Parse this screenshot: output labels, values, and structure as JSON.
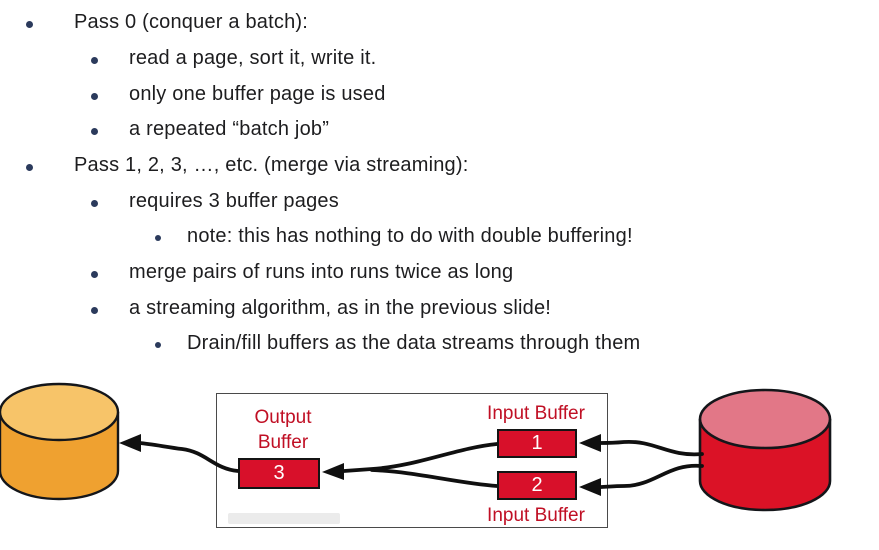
{
  "slide": {
    "bullets": [
      {
        "level": 1,
        "text": "Pass 0 (conquer a batch):"
      },
      {
        "level": 2,
        "text": "read a page, sort it, write it."
      },
      {
        "level": 2,
        "text": "only one buffer page is used"
      },
      {
        "level": 2,
        "text": "a repeated “batch job”"
      },
      {
        "level": 1,
        "text": "Pass 1, 2, 3, …, etc. (merge via streaming):"
      },
      {
        "level": 2,
        "text": "requires 3 buffer pages"
      },
      {
        "level": 3,
        "text": "note: this has nothing to do with double buffering!"
      },
      {
        "level": 2,
        "text": "merge pairs of runs into runs twice as long"
      },
      {
        "level": 2,
        "text": "a streaming algorithm, as in the previous slide!"
      },
      {
        "level": 3,
        "text": "Drain/fill buffers as the data streams through them"
      }
    ]
  },
  "diagram": {
    "output_buffer_label": "Output Buffer",
    "input_buffer_top_label": "Input Buffer",
    "input_buffer_bottom_label": "Input Buffer",
    "buffers": {
      "output_page": "3",
      "input_page_1": "1",
      "input_page_2": "2"
    },
    "colors": {
      "buffer_box_red": "#d8102a",
      "label_red": "#c00f24",
      "output_disk_body": "#efa130",
      "output_disk_top": "#f7c469",
      "input_disk_body": "#db1226",
      "input_disk_top": "#e27787",
      "arrow_black": "#101010",
      "bullet_navy": "#2b3a5c"
    }
  }
}
